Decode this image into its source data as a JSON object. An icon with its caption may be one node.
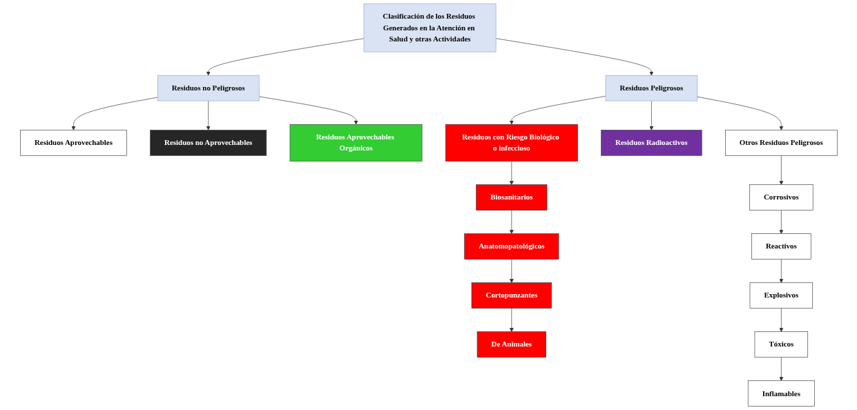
{
  "diagram": {
    "nodes": [
      {
        "text": [
          "Clasificación de los Residuos Generados en la Atención en Salud y otras Actividades"
        ]
      },
      {
        "text": [
          "Residuos no Peligrosos"
        ]
      },
      {
        "text": [
          "Residuos Peligrosos"
        ]
      },
      {
        "text": [
          "Residuos Aprovechables"
        ]
      },
      {
        "text": [
          "Residuos no Aprovechables"
        ]
      },
      {
        "text": [
          "Residuos Aprovechables Orgánicos"
        ]
      },
      {
        "text": [
          "Residuos con Riesgo Biológico o infeccioso"
        ]
      },
      {
        "text": [
          "Residuos Radioactivos"
        ]
      },
      {
        "text": [
          "Otros Residuos Peligrosos"
        ]
      },
      {
        "text": [
          "Biosanitarios"
        ]
      },
      {
        "text": [
          "Anatomopatológicos"
        ]
      },
      {
        "text": [
          "Cortopunzantes"
        ]
      },
      {
        "text": [
          "De Animales"
        ]
      },
      {
        "text": [
          "Corrosivos"
        ]
      },
      {
        "text": [
          "Reactivos"
        ]
      },
      {
        "text": [
          "Explosivos"
        ]
      },
      {
        "text": [
          "Tóxicos"
        ]
      },
      {
        "text": [
          "Inflamables"
        ]
      }
    ],
    "edges": [
      {
        "from": 0,
        "to": 1,
        "arrow": "to"
      },
      {
        "from": 0,
        "to": 2,
        "arrow": "to"
      },
      {
        "from": 1,
        "to": 3,
        "arrow": "to"
      },
      {
        "from": 1,
        "to": 4,
        "arrow": "to"
      },
      {
        "from": 1,
        "to": 5,
        "arrow": "to"
      },
      {
        "from": 2,
        "to": 6,
        "arrow": "to"
      },
      {
        "from": 2,
        "to": 7,
        "arrow": "to"
      },
      {
        "from": 2,
        "to": 8,
        "arrow": "to"
      },
      {
        "from": 6,
        "to": 9,
        "arrow": "to"
      },
      {
        "from": 9,
        "to": 10,
        "arrow": "to"
      },
      {
        "from": 10,
        "to": 11,
        "arrow": "to"
      },
      {
        "from": 11,
        "to": 12,
        "arrow": "to"
      },
      {
        "from": 8,
        "to": 13,
        "arrow": "to"
      },
      {
        "from": 13,
        "to": 14,
        "arrow": "to"
      },
      {
        "from": 14,
        "to": 15,
        "arrow": "to"
      },
      {
        "from": 15,
        "to": 16,
        "arrow": "to"
      },
      {
        "from": 16,
        "to": 17,
        "arrow": "to"
      }
    ]
  }
}
